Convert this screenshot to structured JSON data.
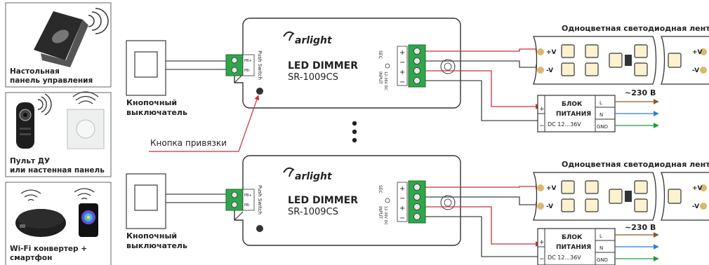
{
  "sources": {
    "desk_panel": "Настольная\nпанель управления",
    "remote": "Пульт ДУ\nили настенная панель",
    "wifi": "Wi-Fi конвертер +\nсмартфон"
  },
  "binding_button_label": "Кнопка привязки",
  "unit": {
    "brand": "arlight",
    "title": "LED DIMMER",
    "model": "SR-1009CS",
    "push_switch": "Push Switch",
    "in_pins": [
      "PB+",
      "PB-"
    ],
    "sec_label": "SEC",
    "input_label": "INPUT",
    "input_range": "12-36V DC",
    "out_terms": [
      "+",
      "−",
      "+",
      "−"
    ]
  },
  "switch_label": "Кнопочный\nвыключатель",
  "strip": {
    "title": "Одноцветная светодиодная лента",
    "plus": "+V",
    "minus": "-V"
  },
  "psu": {
    "title_1": "БЛОК",
    "title_2": "ПИТАНИЯ",
    "range": "DC 12...36V",
    "terms": [
      "L",
      "N",
      "GND"
    ],
    "mains": "~230 В",
    "plus": "+",
    "minus": "−"
  },
  "colors": {
    "red": "#c8323a",
    "brown": "#8a5a2b",
    "blue": "#2f7fd1",
    "green": "#1f9a3a",
    "terminal": "#2fa64a",
    "led": "#fbf2cf"
  }
}
